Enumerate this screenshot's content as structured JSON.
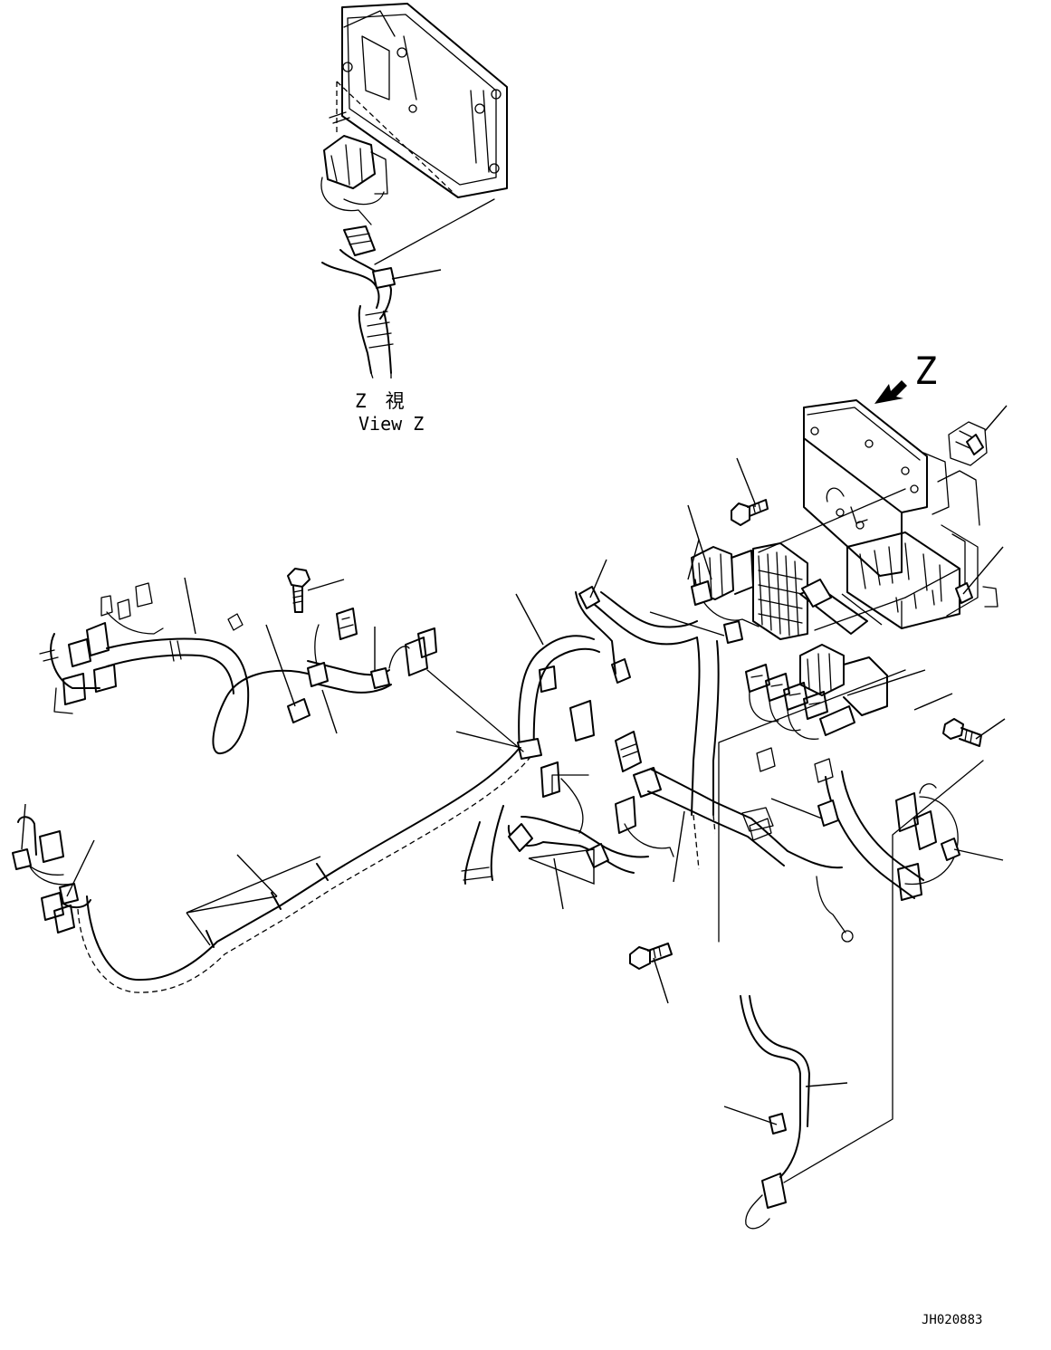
{
  "diagram": {
    "view_label_jp": "Z　視",
    "view_label_en": "View Z",
    "view_arrow_letter": "Z",
    "drawing_code": "JH020883"
  }
}
